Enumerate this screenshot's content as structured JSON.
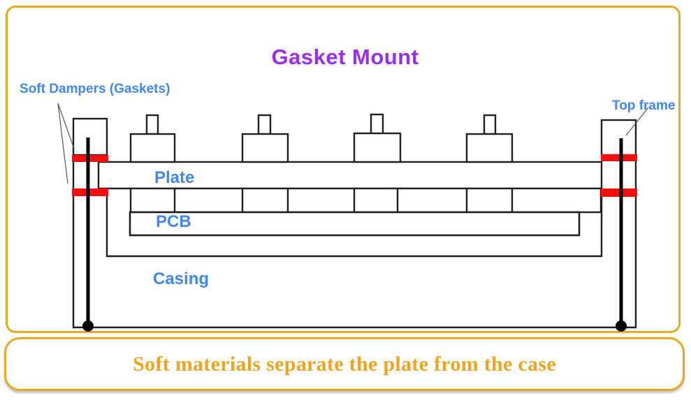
{
  "title": "Gasket Mount",
  "caption": "Soft materials separate the plate from the case",
  "labels": {
    "soft_dampers": "Soft Dampers (Gaskets)",
    "top_frame": "Top frame",
    "plate": "Plate",
    "pcb": "PCB",
    "casing": "Casing"
  },
  "colors": {
    "border": "#E9A820",
    "title": "#9C2BF0",
    "label": "#4285F4",
    "gasket": "#F20F0F",
    "line": "#1F1F1F",
    "screw": "#000000",
    "leader": "#555555",
    "caption_text": "#EFA31F",
    "background": "#FFFFFF"
  },
  "diagram_parts": [
    "top frame",
    "soft dampers (gaskets)",
    "plate",
    "switches",
    "PCB",
    "casing",
    "mounting screws"
  ]
}
